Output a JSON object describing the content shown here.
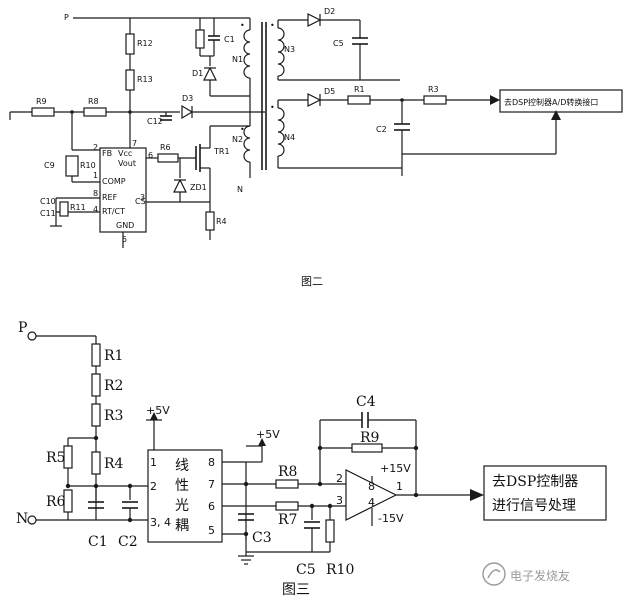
{
  "figure2": {
    "caption": "图二",
    "node_p": "P",
    "node_n": "N",
    "output_box": "去DSP控制器A/D转换接口",
    "resistors": [
      "R12",
      "R13",
      "R9",
      "R8",
      "R6",
      "R1",
      "R3",
      "R4",
      "R10",
      "R11"
    ],
    "capacitors": [
      "C1",
      "C5",
      "C12",
      "C2",
      "C9",
      "C10",
      "C11"
    ],
    "diodes": [
      "D1",
      "D2",
      "D3",
      "D5",
      "ZD1"
    ],
    "windings": [
      "N1",
      "N2",
      "N3",
      "N4"
    ],
    "transistor": "TR1",
    "ic_pins": [
      "Vcc",
      "Vout",
      "FB",
      "COMP",
      "REF",
      "RT/CT",
      "GND",
      "CS"
    ],
    "pin_numbers": [
      "2",
      "1",
      "8",
      "4",
      "7",
      "6",
      "3",
      "5"
    ]
  },
  "figure3": {
    "caption": "图三",
    "node_p": "P",
    "node_n": "N",
    "resistors": [
      "R1",
      "R2",
      "R3",
      "R4",
      "R5",
      "R6",
      "R7",
      "R8",
      "R9",
      "R10"
    ],
    "capacitors": [
      "C1",
      "C2",
      "C3",
      "C4",
      "C5"
    ],
    "supply_plus5": "+5V",
    "supply_plus15": "+15V",
    "supply_minus15": "-15V",
    "optocoupler": [
      "线",
      "性",
      "光",
      "耦"
    ],
    "opto_pins_left": [
      "1",
      "2",
      "3, 4"
    ],
    "opto_pins_right": [
      "8",
      "7",
      "6",
      "5"
    ],
    "opamp_pins": [
      "2",
      "3",
      "8",
      "4",
      "1"
    ],
    "output_box": [
      "去DSP控制器",
      "进行信号处理"
    ]
  },
  "watermark": "电子发烧友"
}
